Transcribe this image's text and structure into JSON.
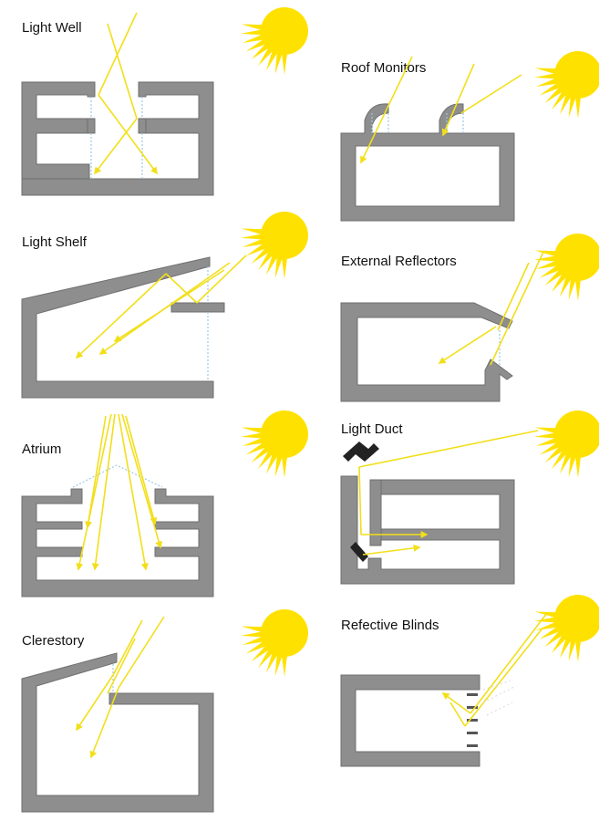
{
  "panels": {
    "light_well": {
      "title": "Light Well",
      "sun_icon": "sun-icon"
    },
    "roof_monitors": {
      "title": "Roof Monitors",
      "sun_icon": "sun-icon"
    },
    "light_shelf": {
      "title": "Light Shelf",
      "sun_icon": "sun-icon"
    },
    "external_reflectors": {
      "title": "External Reflectors",
      "sun_icon": "sun-icon"
    },
    "atrium": {
      "title": "Atrium",
      "sun_icon": "sun-icon"
    },
    "light_duct": {
      "title": "Light Duct",
      "sun_icon": "sun-icon"
    },
    "clerestory": {
      "title": "Clerestory",
      "sun_icon": "sun-icon"
    },
    "reflective_blinds": {
      "title": "Refective Blinds",
      "sun_icon": "sun-icon"
    }
  },
  "colors": {
    "sun": "#ffe100",
    "ray": "#f2df1a",
    "wall": "#8e8e8e",
    "glass": "#9cc8e6"
  }
}
